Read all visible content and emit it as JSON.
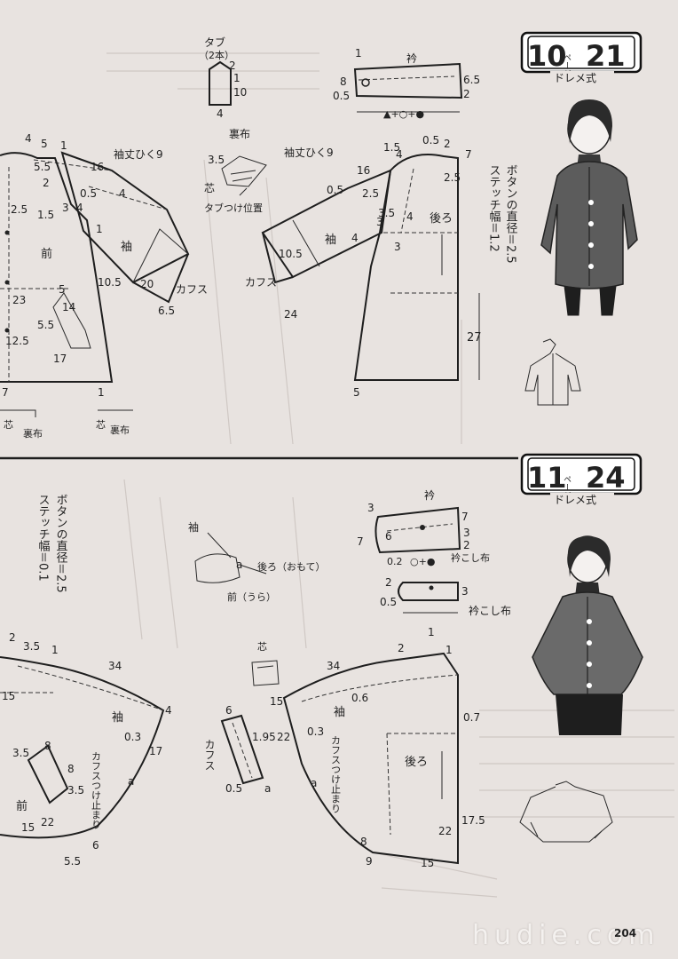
{
  "pattern_10": {
    "badge_num": "10",
    "badge_page_label": "ページ",
    "badge_page": "21",
    "style_label": "ドレメ式",
    "button_note": "ボタンの直径＝2.5",
    "stitch_note": "ステッチ幅＝1.2",
    "tab_label": "タブ",
    "tab_sub": "（2本）",
    "collar_label": "衿",
    "sleeve_label": "袖",
    "cuff_label": "カフス",
    "front_label": "前",
    "back_label": "後ろ",
    "lining_label": "裏布",
    "interfacing_label": "芯",
    "sleeve_length_left": "袖丈ひく9",
    "sleeve_length_right": "袖丈ひく9",
    "tab_position": "タブつけ位置",
    "dims": [
      "1",
      "8",
      "6.5",
      "0.5",
      "2",
      "1",
      "10",
      "4",
      "2",
      "3.5",
      "4",
      "5",
      "1",
      "5.5",
      "16",
      "2",
      "0.5",
      "4",
      "2.5",
      "1.5",
      "3",
      "4",
      "1",
      "10.5",
      "20",
      "6.5",
      "5",
      "14",
      "5.5",
      "17",
      "23",
      "12.5",
      "7",
      "1",
      "1.5",
      "4",
      "0.5",
      "2",
      "7",
      "16",
      "0.5",
      "2.5",
      "3.5",
      "2.5",
      "4",
      "3",
      "10.5",
      "24",
      "27",
      "5"
    ]
  },
  "pattern_11": {
    "badge_num": "11",
    "badge_page_label": "ページ",
    "badge_page": "24",
    "style_label": "ドレメ式",
    "button_note": "ボタンの直径＝2.5",
    "stitch_note": "ステッチ幅＝0.1",
    "collar_label": "衿",
    "collar_stand_label": "衿こし布",
    "collar_stand_label2": "衿こし布",
    "sleeve_label": "袖",
    "sleeve_label2": "袖",
    "cuff_label": "カフス",
    "front_label": "前",
    "back_label": "後ろ",
    "back_outside": "後ろ（おもて）",
    "front_inside": "前（うら）",
    "interfacing_label": "芯",
    "cuff_stop_left": "カフスつけ止まり",
    "cuff_stop_right": "カフスつけ止まり",
    "dims": [
      "3",
      "7",
      "7",
      "6",
      "3",
      "2",
      "0.2",
      "2",
      "3",
      "0.5",
      "2",
      "3.5",
      "1",
      "34",
      "4",
      "15",
      "0.3",
      "17",
      "8",
      "3.5",
      "8",
      "3.5",
      "15",
      "22",
      "6",
      "5.5",
      "6",
      "1.95",
      "0.5",
      "2",
      "1",
      "1",
      "34",
      "15",
      "0.6",
      "22",
      "0.3",
      "0.7",
      "17.5",
      "22",
      "8",
      "9",
      "15",
      "1"
    ]
  },
  "footer": {
    "watermark": "hudie.com",
    "page_number": "204"
  }
}
